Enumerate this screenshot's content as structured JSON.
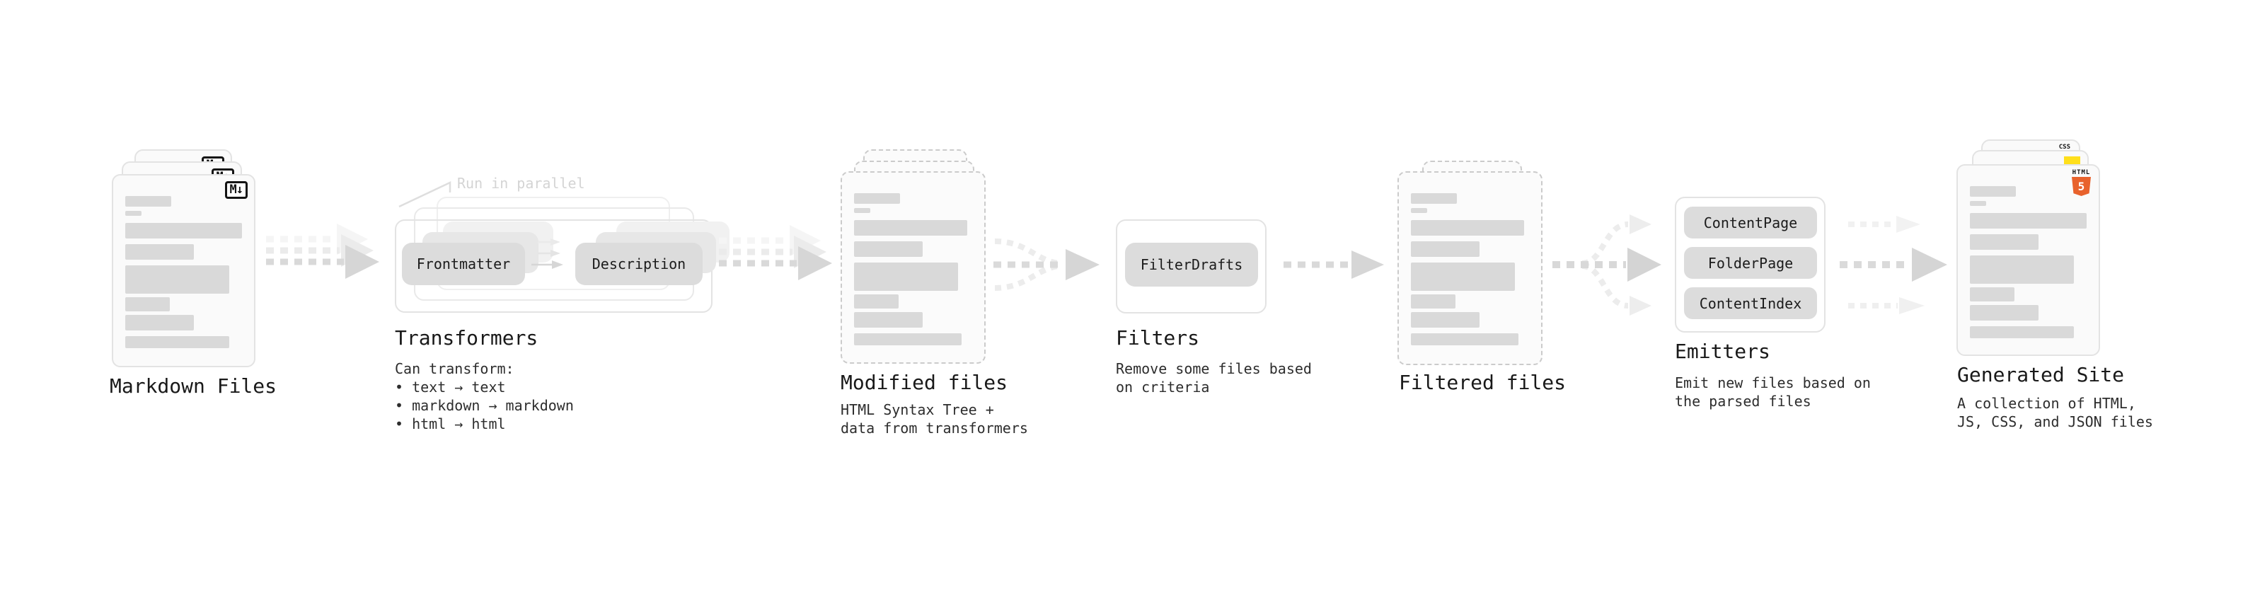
{
  "diagram": {
    "annotation_run_parallel": "Run in parallel",
    "nodes": {
      "markdown": {
        "label": "Markdown Files",
        "badge": "M↓"
      },
      "transformers": {
        "label": "Transformers",
        "pill_left": "Frontmatter",
        "pill_right": "Description",
        "description": "Can transform:\n • text → text\n • markdown → markdown\n • html → html"
      },
      "modified": {
        "label": "Modified files",
        "description": "HTML Syntax Tree +\ndata from transformers"
      },
      "filters": {
        "label": "Filters",
        "pill": "FilterDrafts",
        "description": "Remove some files based\non criteria"
      },
      "filtered": {
        "label": "Filtered files"
      },
      "emitters": {
        "label": "Emitters",
        "pill_1": "ContentPage",
        "pill_2": "FolderPage",
        "pill_3": "ContentIndex",
        "description": "Emit new files based on\nthe parsed files"
      },
      "generated": {
        "label": "Generated Site",
        "description": "A collection of HTML,\nJS, CSS, and JSON files",
        "badge_css": "CSS",
        "badge_html_word": "HTML",
        "badge_html_number": "5"
      }
    },
    "colors": {
      "css_blue": "#2f6bf2",
      "js_yellow": "#ffdf1b",
      "html_orange": "#e8622c",
      "bar_gray": "#d9d9d9"
    }
  }
}
